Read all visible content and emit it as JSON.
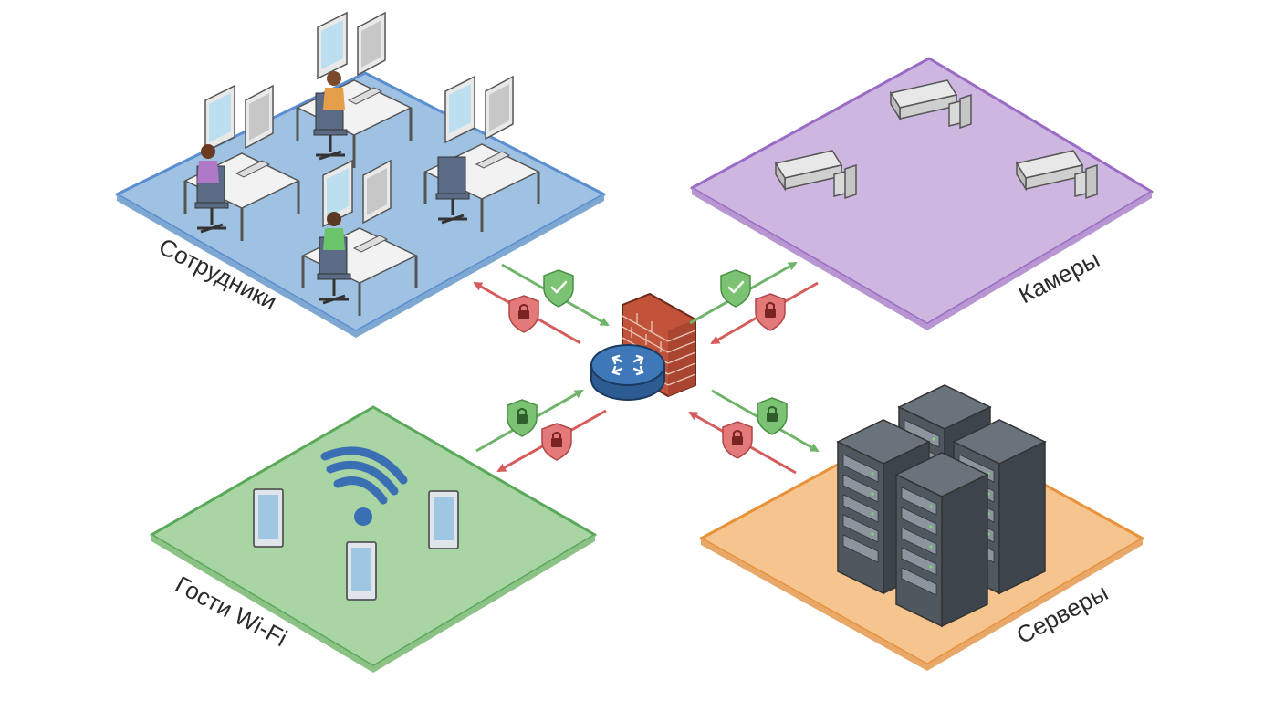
{
  "zones": [
    {
      "id": "employees",
      "label": "Сотрудники",
      "fill": "#9fc2e3",
      "stroke": "#5b8ed0",
      "icon": "workstation-icon"
    },
    {
      "id": "cameras",
      "label": "Камеры",
      "fill": "#cdb6df",
      "stroke": "#9a6cc5",
      "icon": "security-camera-icon"
    },
    {
      "id": "guests",
      "label": "Гости Wi-Fi",
      "fill": "#a9d4a3",
      "stroke": "#5aa95a",
      "icon": "wifi-icon"
    },
    {
      "id": "servers",
      "label": "Серверы",
      "fill": "#f6c48e",
      "stroke": "#e8923a",
      "icon": "server-rack-icon"
    }
  ],
  "center": {
    "router_icon": "router-icon",
    "firewall_icon": "firewall-icon",
    "router_color": "#3f78b8",
    "firewall_color": "#c0533a"
  },
  "links": [
    {
      "zone": "employees",
      "allowed": "shield-check-icon",
      "blocked": "shield-lock-icon"
    },
    {
      "zone": "cameras",
      "allowed": "shield-check-icon",
      "blocked": "shield-lock-icon"
    },
    {
      "zone": "guests",
      "allowed": "shield-lock-icon",
      "blocked": "shield-lock-icon"
    },
    {
      "zone": "servers",
      "allowed": "shield-lock-icon",
      "blocked": "shield-lock-icon"
    }
  ],
  "colors": {
    "allowed": "#6fb46a",
    "blocked": "#d65c5c"
  }
}
